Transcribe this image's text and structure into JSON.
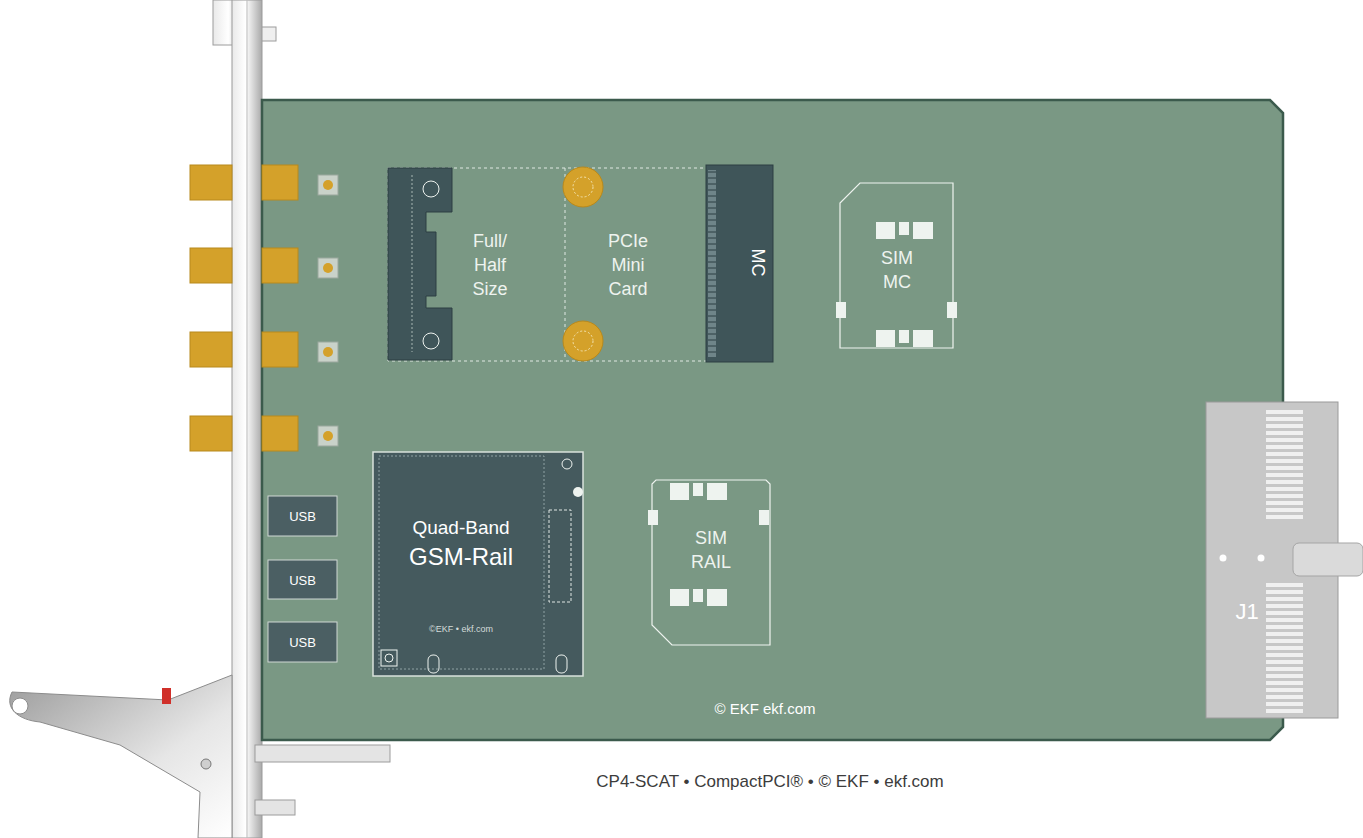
{
  "diagram": {
    "caption": "CP4-SCAT • CompactPCI® • © EKF • ekf.com",
    "nodes": [
      {
        "text": [
          "© EKF ekf.com"
        ]
      },
      {
        "text": [
          "Full/ Half Size",
          "PCIe Mini Card"
        ],
        "in": 0
      },
      {
        "text": [
          "MC"
        ],
        "in": 0
      },
      {
        "text": [
          "SIM MC"
        ],
        "in": 0
      },
      {
        "text": [
          "Quad-Band",
          "GSM-Rail",
          "©EKF • ekf.com"
        ],
        "in": 0
      },
      {
        "text": [
          "SIM RAIL"
        ],
        "in": 0
      },
      {
        "text": [
          "USB"
        ]
      },
      {
        "text": [
          "USB"
        ]
      },
      {
        "text": [
          "USB"
        ]
      },
      {
        "text": [
          "J1"
        ]
      }
    ]
  }
}
